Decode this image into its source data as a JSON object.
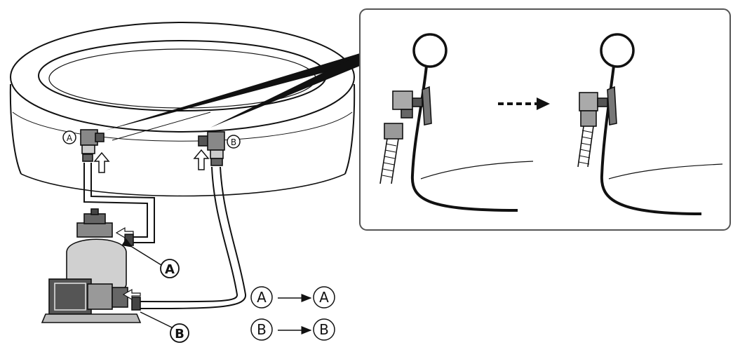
{
  "labels": {
    "valve_a": "A",
    "valve_b": "B",
    "pump_a": "A",
    "pump_b": "B",
    "legend_a_from": "A",
    "legend_a_to": "A",
    "legend_b_from": "B",
    "legend_b_to": "B"
  },
  "icons": {
    "flow_arrow": "hollow-arrow-icon",
    "step_arrow": "dashed-arrow-icon",
    "legend_arrow": "right-arrow-icon"
  },
  "colors": {
    "line": "#111111",
    "panel_border": "#555555",
    "background": "#ffffff"
  }
}
